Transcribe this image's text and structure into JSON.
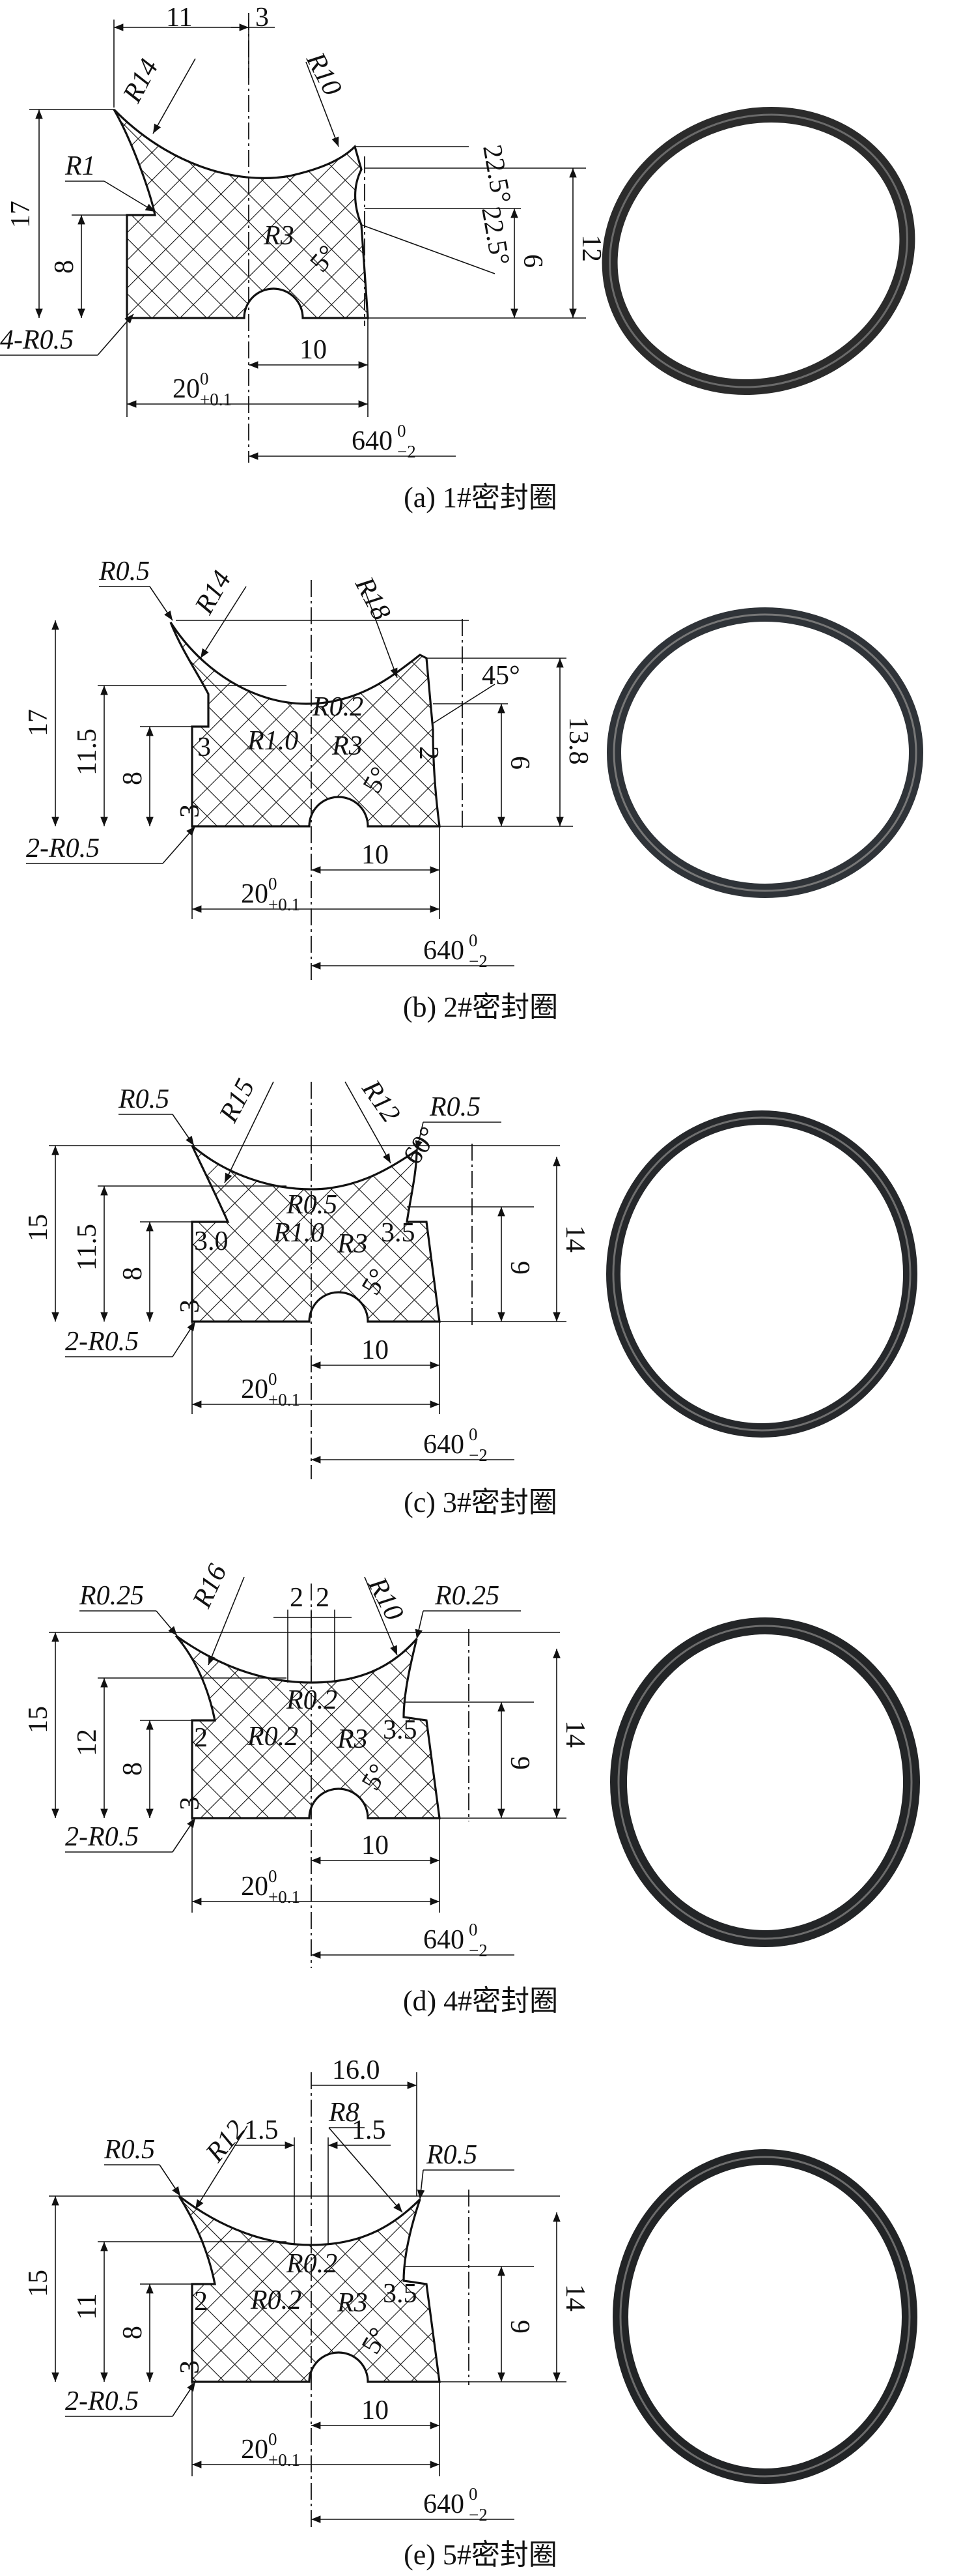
{
  "figures": [
    {
      "id": "a",
      "caption": "(a) 1#密封圈",
      "labels": {
        "top_left_width": "11",
        "top_mid_width": "3",
        "radius_left": "R14",
        "radius_right": "R10",
        "height_total": "17",
        "height_left": "8",
        "corner_r": "R1",
        "radius_center": "R3",
        "angle_small": "5°",
        "angle_top": "22.5°",
        "angle_bottom": "22.5°",
        "height_mid": "6",
        "height_right": "12",
        "fillet_note": "4-R0.5",
        "bottom_half_width": "10",
        "base_width": "20",
        "base_tol": "+0.1",
        "diameter": "640",
        "diameter_tol": "−2"
      }
    },
    {
      "id": "b",
      "caption": "(b) 2#密封圈",
      "labels": {
        "tip_r": "R0.5",
        "radius_left": "R14",
        "radius_right": "R18",
        "height_total": "17",
        "height_lip": "11.5",
        "height_left": "8",
        "step_w": "3",
        "r_inner": "R1.0",
        "r_top": "R0.2",
        "radius_center": "R3",
        "angle": "45°",
        "step_right": "2",
        "height_mid": "6",
        "height_right": "13.8",
        "angle_small": "5°",
        "bottom_left": "3",
        "fillet_note": "2-R0.5",
        "bottom_half_width": "10",
        "base_width": "20",
        "base_tol": "+0.1",
        "diameter": "640",
        "diameter_tol": "−2"
      }
    },
    {
      "id": "c",
      "caption": "(c) 3#密封圈",
      "labels": {
        "tip_r_left": "R0.5",
        "radius_left": "R15",
        "radius_right": "R12",
        "tip_r_right": "R0.5",
        "height_total": "15",
        "height_lip": "11.5",
        "height_left": "8",
        "step_w": "3.0",
        "r_top": "R0.5",
        "r_inner": "R1.0",
        "radius_center": "R3",
        "angle": "60°",
        "step_right": "3.5",
        "height_mid": "9",
        "height_right": "14",
        "angle_small": "5°",
        "bottom_left": "3",
        "fillet_note": "2-R0.5",
        "bottom_half_width": "10",
        "base_width": "20",
        "base_tol": "+0.1",
        "diameter": "640",
        "diameter_tol": "−2"
      }
    },
    {
      "id": "d",
      "caption": "(d) 4#密封圈",
      "labels": {
        "tip_r_left": "R0.25",
        "radius_left": "R16",
        "gap_a": "2",
        "gap_b": "2",
        "radius_right": "R10",
        "tip_r_right": "R0.25",
        "height_total": "15",
        "height_lip": "12",
        "height_left": "8",
        "step_w": "2",
        "r_top": "R0.2",
        "r_inner": "R0.2",
        "radius_center": "R3",
        "step_right": "3.5",
        "height_mid": "9",
        "height_right": "14",
        "angle_small": "5°",
        "bottom_left": "3",
        "fillet_note": "2-R0.5",
        "bottom_half_width": "10",
        "base_width": "20",
        "base_tol": "+0.1",
        "diameter": "640",
        "diameter_tol": "−2"
      }
    },
    {
      "id": "e",
      "caption": "(e) 5#密封圈",
      "labels": {
        "top_width": "16.0",
        "radius_top": "R8",
        "tip_r_left": "R0.5",
        "radius_left": "R12",
        "gap_a": "1.5",
        "gap_b": "1.5",
        "tip_r_right": "R0.5",
        "height_total": "15",
        "height_lip": "11",
        "height_left": "8",
        "step_w": "2",
        "r_top": "R0.2",
        "r_inner": "R0.2",
        "radius_center": "R3",
        "step_right": "3.5",
        "height_mid": "9",
        "height_right": "14",
        "angle_small": "5°",
        "bottom_left": "3",
        "fillet_note": "2-R0.5",
        "bottom_half_width": "10",
        "base_width": "20",
        "base_tol": "+0.1",
        "diameter": "640",
        "diameter_tol": "−2"
      }
    }
  ]
}
